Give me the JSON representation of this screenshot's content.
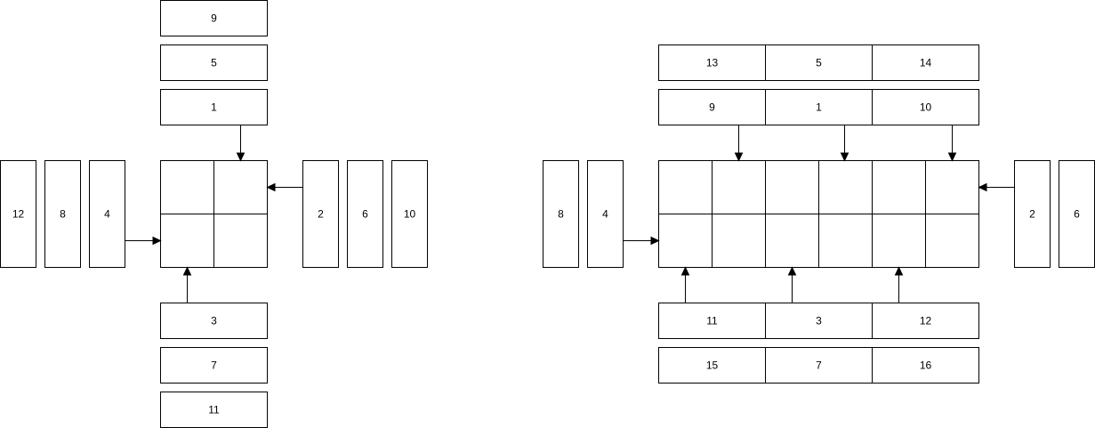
{
  "colors": {
    "stroke": "#000000",
    "fill": "#ffffff",
    "text": "#000000"
  },
  "left": {
    "top_stack": [
      "9",
      "5",
      "1"
    ],
    "bottom_stack": [
      "3",
      "7",
      "11"
    ],
    "left_stack": [
      "12",
      "8",
      "4"
    ],
    "right_stack": [
      "2",
      "6",
      "10"
    ],
    "grid": {
      "rows": 2,
      "cols": 2
    }
  },
  "right": {
    "top_rows": [
      [
        "13",
        "5",
        "14"
      ],
      [
        "9",
        "1",
        "10"
      ]
    ],
    "bottom_rows": [
      [
        "11",
        "3",
        "12"
      ],
      [
        "15",
        "7",
        "16"
      ]
    ],
    "left_stack": [
      "8",
      "4"
    ],
    "right_stack": [
      "2",
      "6"
    ],
    "grid": {
      "rows": 2,
      "cols": 6
    }
  }
}
